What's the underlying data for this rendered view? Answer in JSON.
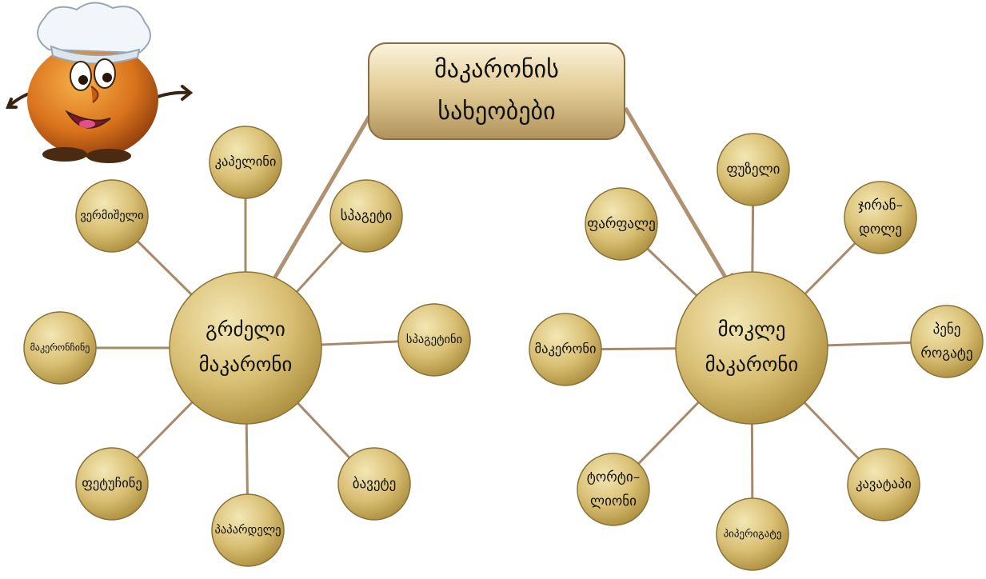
{
  "colors": {
    "connector": "#a8896a",
    "arrow": "#b09272",
    "node_light": "#f3e7b4",
    "node_mid": "#d9bf74",
    "node_dark": "#a88a3a",
    "node_border": "#8a7238",
    "title_light": "#fbf3dc",
    "title_mid": "#e2cb94",
    "title_dark": "#b0925c"
  },
  "title": {
    "lines": [
      "მაკარონის",
      "სახეობები"
    ]
  },
  "groups": [
    {
      "id": "long",
      "center": {
        "lines": [
          "გრძელი",
          "მაკარონი"
        ]
      },
      "items": [
        {
          "id": "capellini",
          "lines": [
            "კაპელინი"
          ]
        },
        {
          "id": "spaghetti",
          "lines": [
            "სპაგეტი"
          ]
        },
        {
          "id": "spaghettini",
          "lines": [
            "სპაგეტინი"
          ]
        },
        {
          "id": "bavette",
          "lines": [
            "ბავეტე"
          ]
        },
        {
          "id": "pappardelle",
          "lines": [
            "პაპარდელე"
          ]
        },
        {
          "id": "fettuccine",
          "lines": [
            "ფეტუჩინე"
          ]
        },
        {
          "id": "maccheroncini",
          "lines": [
            "მაკერონჩინე"
          ]
        },
        {
          "id": "vermicelli",
          "lines": [
            "ვერმიშელი"
          ]
        }
      ]
    },
    {
      "id": "short",
      "center": {
        "lines": [
          "მოკლე",
          "მაკარონი"
        ]
      },
      "items": [
        {
          "id": "fusilli",
          "lines": [
            "ფუზელი"
          ]
        },
        {
          "id": "girandole",
          "lines": [
            "ჯირან–",
            "დოლე"
          ]
        },
        {
          "id": "penne-rigate",
          "lines": [
            "პენე",
            "როგატე"
          ]
        },
        {
          "id": "cavatappi",
          "lines": [
            "კავატაპი"
          ]
        },
        {
          "id": "pipe-rigate",
          "lines": [
            "პიპერიგატე"
          ]
        },
        {
          "id": "tortiglioni",
          "lines": [
            "ტორტი–",
            "ლიონი"
          ]
        },
        {
          "id": "maccheroni",
          "lines": [
            "მაკერონი"
          ]
        },
        {
          "id": "farfalle",
          "lines": [
            "ფარფალე"
          ]
        }
      ]
    }
  ]
}
